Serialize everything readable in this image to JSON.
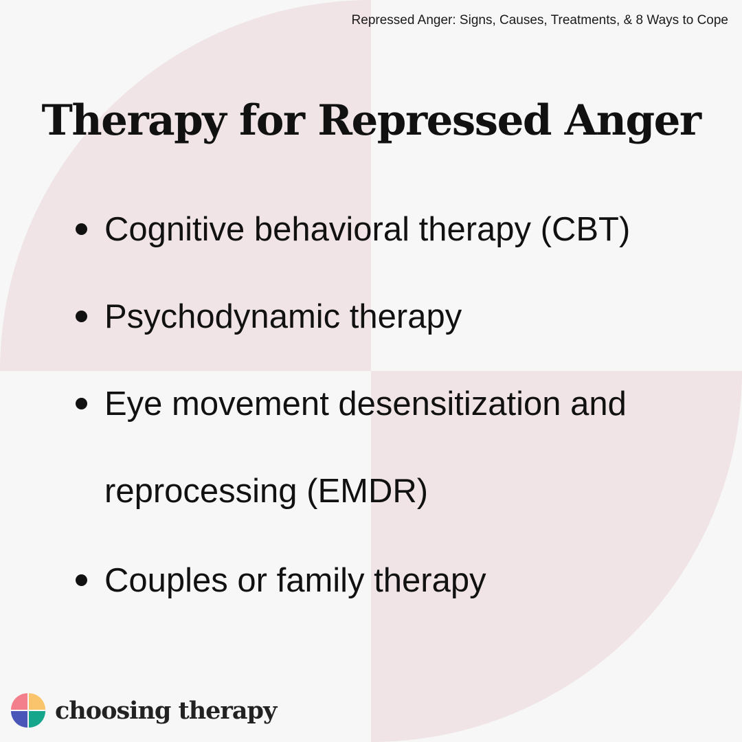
{
  "header": {
    "article_title": "Repressed Anger: Signs, Causes, Treatments, & 8 Ways to Cope"
  },
  "main": {
    "heading": "Therapy for Repressed Anger",
    "items": [
      {
        "label": "Cognitive behavioral therapy (CBT)"
      },
      {
        "label": "Psychodynamic therapy"
      },
      {
        "label": "Eye movement desensitization and reprocessing (EMDR)"
      },
      {
        "label": "Couples or family therapy"
      }
    ]
  },
  "footer": {
    "brand_name": "choosing therapy",
    "logo_icon": "choosing-therapy-logo-icon"
  },
  "colors": {
    "background": "#f7f7f7",
    "accent_shape": "#f0e4e6",
    "text": "#111111",
    "logo_pink": "#f47f8c",
    "logo_orange": "#f9c46b",
    "logo_blue": "#4a56b8",
    "logo_teal": "#16a68c"
  }
}
